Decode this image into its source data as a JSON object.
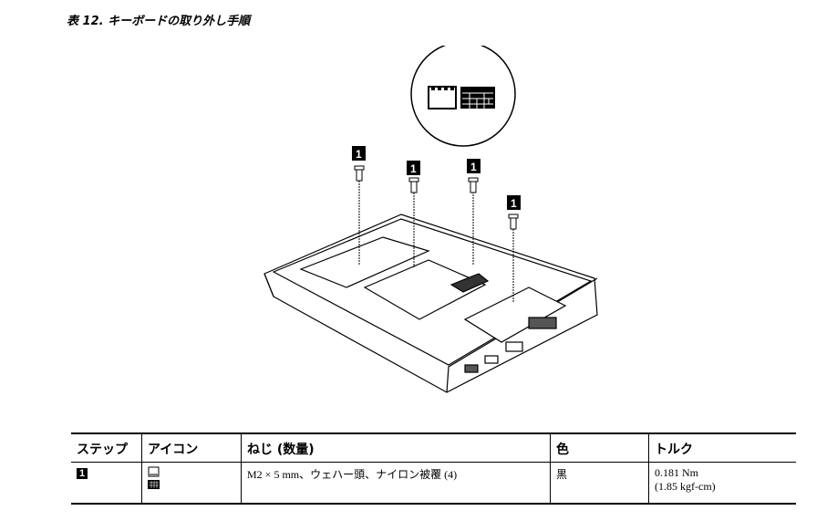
{
  "caption": "表 12. キーボードの取り外し手順",
  "callout": "1",
  "table": {
    "headers": [
      "ステップ",
      "アイコン",
      "ねじ (数量)",
      "色",
      "トルク"
    ],
    "rows": [
      {
        "step": "1",
        "icons": [
          "palmrest-icon",
          "keyboard-icon"
        ],
        "screw": "M2 × 5 mm、ウェハー頭、ナイロン被覆 (4)",
        "color": "黒",
        "torque_1": "0.181 Nm",
        "torque_2": "(1.85 kgf-cm)"
      }
    ]
  }
}
